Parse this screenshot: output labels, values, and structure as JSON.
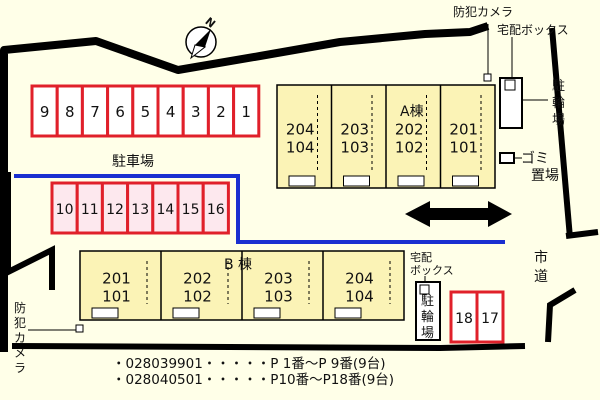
{
  "compass_letter": "N",
  "parking_top_label": "駐車場",
  "parking_top_slots": [
    "9",
    "8",
    "7",
    "6",
    "5",
    "4",
    "3",
    "2",
    "1"
  ],
  "parking_mid_slots": [
    "10",
    "11",
    "12",
    "13",
    "14",
    "15",
    "16"
  ],
  "parking_right_slots": [
    "18",
    "17"
  ],
  "building_a": {
    "name": "A棟",
    "units": [
      {
        "upper": "204",
        "lower": "104"
      },
      {
        "upper": "203",
        "lower": "103"
      },
      {
        "upper": "202",
        "lower": "102"
      },
      {
        "upper": "201",
        "lower": "101"
      }
    ]
  },
  "building_b": {
    "name": "B 棟",
    "units": [
      {
        "upper": "201",
        "lower": "101"
      },
      {
        "upper": "202",
        "lower": "102"
      },
      {
        "upper": "203",
        "lower": "103"
      },
      {
        "upper": "204",
        "lower": "104"
      }
    ]
  },
  "labels": {
    "camera_top": "防犯カメラ",
    "delivery_box_top": "宅配ボックス",
    "bicycle_top": [
      "駐",
      "輪",
      "場"
    ],
    "garbage": [
      "ゴミ",
      "置場"
    ],
    "city_road": [
      "市",
      "道"
    ],
    "camera_left": [
      "防",
      "犯",
      "カ",
      "メ",
      "ラ"
    ],
    "delivery_box_b": [
      "宅配",
      "ボックス"
    ],
    "bicycle_b": [
      "駐",
      "輪",
      "場"
    ]
  },
  "notes": [
    "・028039901・・・・・P 1番～P 9番(9台)",
    "・028040501・・・・・P10番～P18番(9台)"
  ],
  "colors": {
    "parking_border": "#e0202a",
    "parking_fill": "#ffffff",
    "parking_fill_mid": "#fde8ee",
    "building_fill": "#fbf3b6",
    "road_blue": "#1a2fd0",
    "ground": "#ffffe8"
  }
}
